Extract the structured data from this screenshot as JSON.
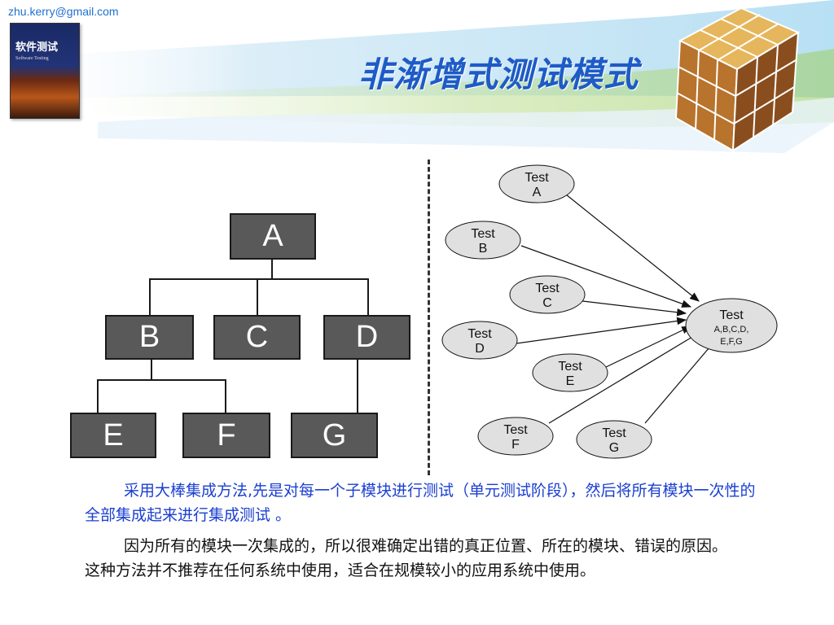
{
  "header": {
    "email": "zhu.kerry@gmail.com",
    "book_title": "软件测试",
    "book_subtitle": "Software Testing",
    "title": "非渐增式测试模式"
  },
  "hierarchy": {
    "nodes": [
      {
        "id": "A",
        "label": "A"
      },
      {
        "id": "B",
        "label": "B"
      },
      {
        "id": "C",
        "label": "C"
      },
      {
        "id": "D",
        "label": "D"
      },
      {
        "id": "E",
        "label": "E"
      },
      {
        "id": "F",
        "label": "F"
      },
      {
        "id": "G",
        "label": "G"
      }
    ],
    "edges": [
      [
        "A",
        "B"
      ],
      [
        "A",
        "C"
      ],
      [
        "A",
        "D"
      ],
      [
        "B",
        "E"
      ],
      [
        "B",
        "F"
      ],
      [
        "D",
        "G"
      ]
    ]
  },
  "graph": {
    "tests": [
      {
        "id": "a",
        "line1": "Test",
        "line2": "A"
      },
      {
        "id": "b",
        "line1": "Test",
        "line2": "B"
      },
      {
        "id": "c",
        "line1": "Test",
        "line2": "C"
      },
      {
        "id": "d",
        "line1": "Test",
        "line2": "D"
      },
      {
        "id": "e",
        "line1": "Test",
        "line2": "E"
      },
      {
        "id": "f",
        "line1": "Test",
        "line2": "F"
      },
      {
        "id": "g",
        "line1": "Test",
        "line2": "G"
      }
    ],
    "target": {
      "line1": "Test",
      "line2": "A,B,C,D,",
      "line3": "E,F,G"
    }
  },
  "text": {
    "para1": "采用大棒集成方法,先是对每一个子模块进行测试（单元测试阶段），然后将所有模块一次性的全部集成起来进行集成测试 。",
    "para2": "因为所有的模块一次集成的，所以很难确定出错的真正位置、所在的模块、错误的原因。这种方法并不推荐在任何系统中使用，适合在规模较小的应用系统中使用。"
  },
  "colors": {
    "title": "#1e5bc6",
    "para1": "#1a3fd0",
    "node_fill": "#595959",
    "test_fill": "#e0e0e0"
  }
}
